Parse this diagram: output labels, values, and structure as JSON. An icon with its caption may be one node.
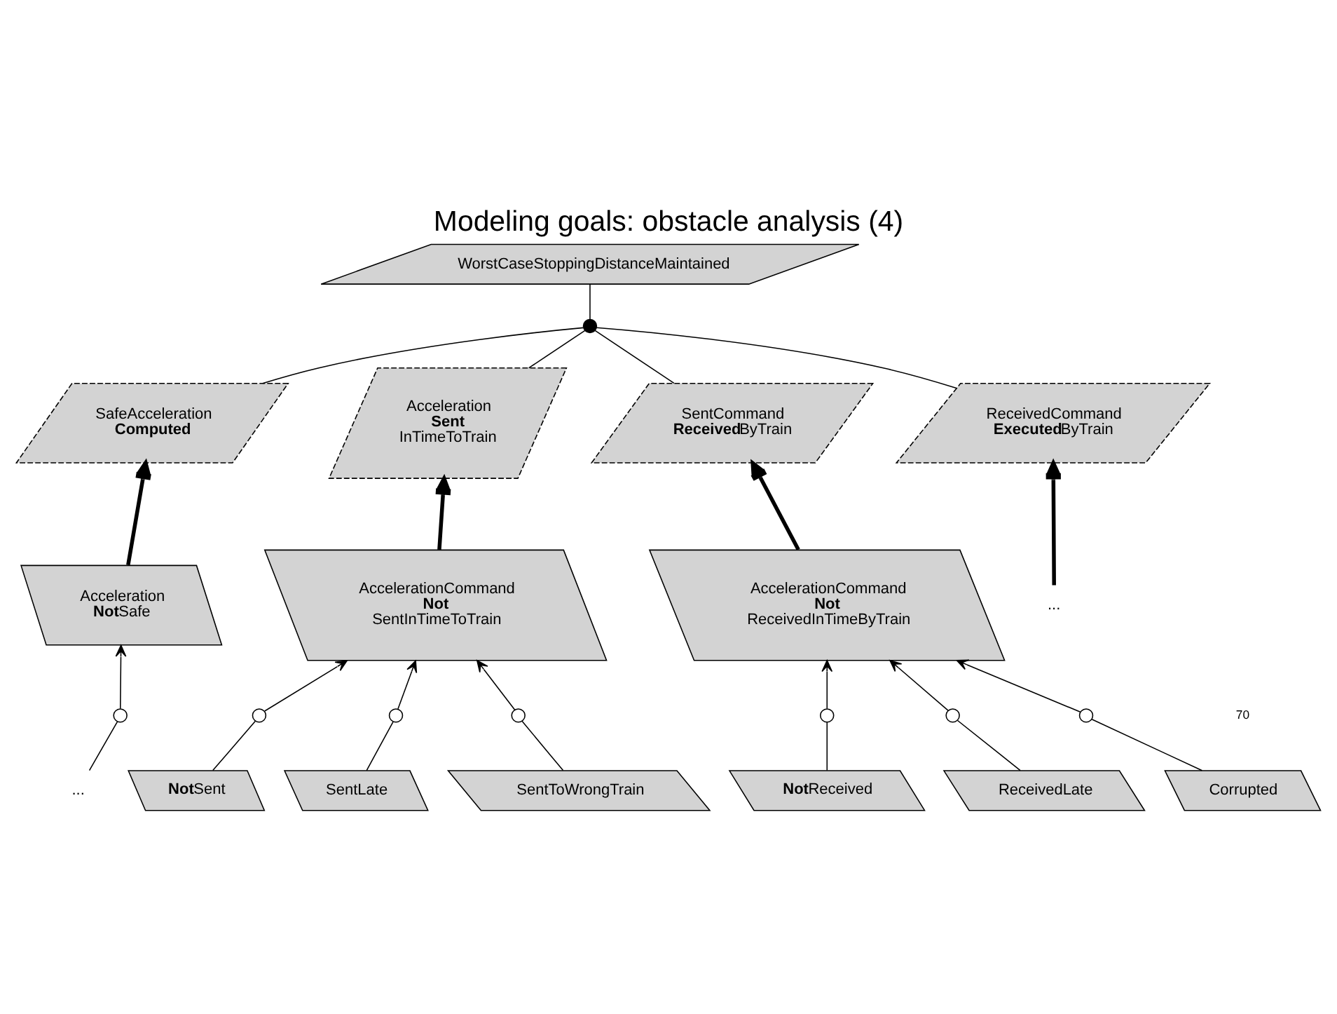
{
  "diagram": {
    "title": "Modeling goals: obstacle analysis (4)",
    "nodes": [
      {
        "text": [
          "WorstCaseStoppingDistanceMaintained"
        ]
      },
      {
        "text": [],
        "shape": "circle"
      },
      {
        "text": [
          "SafeAcceleration **Computed**"
        ]
      },
      {
        "text": [
          "Acceleration **Sent** InTimeToTrain"
        ]
      },
      {
        "text": [
          "SentCommand **Received**ByTrain"
        ]
      },
      {
        "text": [
          "ReceivedCommand **Executed**ByTrain"
        ]
      },
      {
        "text": [
          "..."
        ]
      },
      {
        "text": [
          "Acceleration **Not**Safe"
        ]
      },
      {
        "text": [
          "AccelerationCommand **Not** SentInTimeToTrain"
        ]
      },
      {
        "text": [
          "AccelerationCommand **Not** ReceivedInTimeByTrain"
        ]
      },
      {
        "text": [],
        "shape": "circle"
      },
      {
        "text": [],
        "shape": "circle"
      },
      {
        "text": [],
        "shape": "circle"
      },
      {
        "text": [],
        "shape": "circle"
      },
      {
        "text": [],
        "shape": "circle"
      },
      {
        "text": [],
        "shape": "circle"
      },
      {
        "text": [],
        "shape": "circle"
      },
      {
        "text": [
          "..."
        ]
      },
      {
        "text": [
          "**Not**Sent"
        ]
      },
      {
        "text": [
          "SentLate"
        ]
      },
      {
        "text": [
          "SentToWrongTrain"
        ]
      },
      {
        "text": [
          "**Not**Received"
        ]
      },
      {
        "text": [
          "Corrupted"
        ]
      },
      {
        "text": [
          "ReceivedLate"
        ]
      }
    ],
    "edges": [
      {
        "from": 1,
        "to": 0,
        "arrow": "none"
      },
      {
        "from": 2,
        "to": 1,
        "arrow": "none"
      },
      {
        "from": 3,
        "to": 1,
        "arrow": "none"
      },
      {
        "from": 4,
        "to": 1,
        "arrow": "none"
      },
      {
        "from": 5,
        "to": 1,
        "arrow": "none"
      },
      {
        "from": 7,
        "to": 2,
        "arrow": "to",
        "style": "thick"
      },
      {
        "from": 8,
        "to": 3,
        "arrow": "to",
        "style": "thick"
      },
      {
        "from": 9,
        "to": 4,
        "arrow": "to",
        "style": "thick"
      },
      {
        "from": 6,
        "to": 5,
        "arrow": "to",
        "style": "thick"
      },
      {
        "from": 10,
        "to": 7,
        "arrow": "to"
      },
      {
        "from": 11,
        "to": 8,
        "arrow": "to"
      },
      {
        "from": 12,
        "to": 8,
        "arrow": "to"
      },
      {
        "from": 13,
        "to": 8,
        "arrow": "to"
      },
      {
        "from": 14,
        "to": 9,
        "arrow": "to"
      },
      {
        "from": 15,
        "to": 9,
        "arrow": "to"
      },
      {
        "from": 16,
        "to": 9,
        "arrow": "to"
      },
      {
        "from": 17,
        "to": 10,
        "arrow": "none"
      },
      {
        "from": 18,
        "to": 11,
        "arrow": "none"
      },
      {
        "from": 19,
        "to": 12,
        "arrow": "none"
      },
      {
        "from": 20,
        "to": 13,
        "arrow": "none"
      },
      {
        "from": 21,
        "to": 14,
        "arrow": "none"
      },
      {
        "from": 23,
        "to": 15,
        "arrow": "none"
      },
      {
        "from": 22,
        "to": 16,
        "arrow": "none"
      }
    ],
    "labels": [
      "70"
    ]
  }
}
